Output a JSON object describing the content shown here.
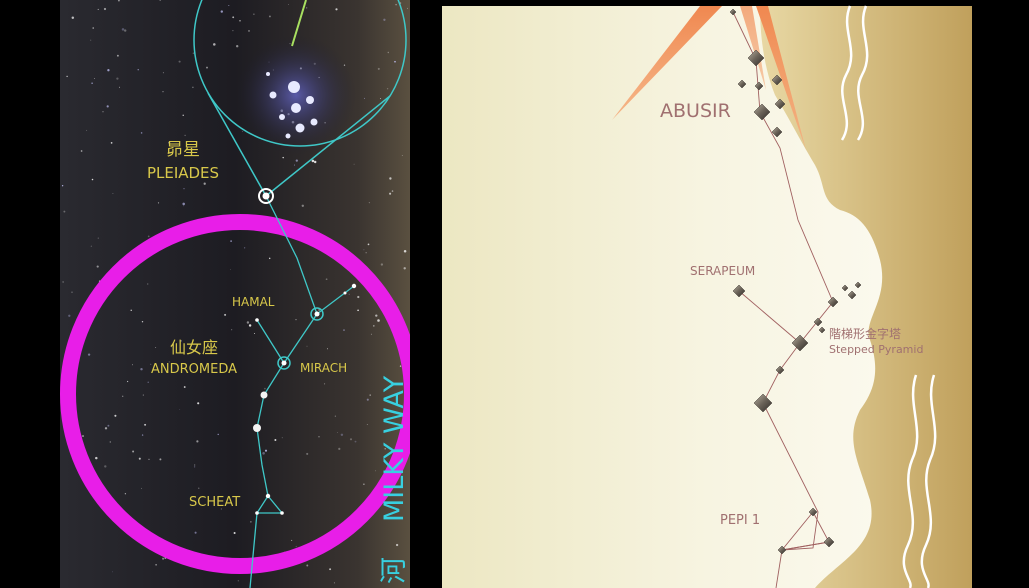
{
  "sky_panel": {
    "pleiades_cjk": "昴星",
    "pleiades": "PLEIADES",
    "hamal": "HAMAL",
    "andromeda_cjk": "仙女座",
    "andromeda": "ANDROMEDA",
    "mirach": "MIRACH",
    "scheat": "SCHEAT",
    "milky_way": "MILKY WAY",
    "milky_way_cjk": "河"
  },
  "map_panel": {
    "abusir": "ABUSIR",
    "serapeum": "SERAPEUM",
    "stepped_pyramid_cjk": "階梯形金字塔",
    "stepped_pyramid": "Stepped Pyramid",
    "pepi": "PEPI 1"
  },
  "colors": {
    "ring": "#e81ee8",
    "constellation_line": "#3fc8c8",
    "sky_label": "#d8c84a",
    "milky_way": "#38d0e0",
    "map_label": "#a07070",
    "desert": "#f1ecc9",
    "river": "#c9ad6a"
  }
}
